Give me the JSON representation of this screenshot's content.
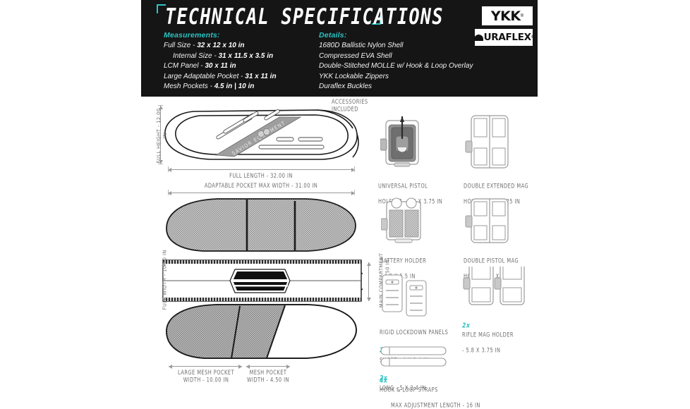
{
  "header": {
    "title": "TECHNICAL SPECIFICATIONS",
    "accent_color": "#2bc4c4",
    "background_color": "#151515",
    "measurements": {
      "heading": "Measurements:",
      "items": [
        {
          "label": "Full Size - ",
          "value": "32 x 12 x 10 in",
          "indent": false
        },
        {
          "label": "Internal Size - ",
          "value": "31 x 11.5 x 3.5 in",
          "indent": true
        },
        {
          "label": "LCM Panel - ",
          "value": "30 x 11 in",
          "indent": false
        },
        {
          "label": "Large Adaptable Pocket - ",
          "value": "31 x 11 in",
          "indent": false
        },
        {
          "label": "Mesh Pockets - ",
          "value": "4.5 in | 10 in",
          "indent": false
        }
      ]
    },
    "details": {
      "heading": "Details:",
      "items": [
        "1680D Ballistic Nylon Shell",
        "Compressed EVA Shell",
        "Double-Stitched MOLLE w/ Hook & Loop Overlay",
        "YKK Lockable Zippers",
        "Duraflex Buckles"
      ]
    },
    "logos": {
      "ykk": "YKK",
      "ykk_tm": "®",
      "duraflex": "URAFLEX",
      "duraflex_tm": "®"
    }
  },
  "bag_diagram": {
    "brand_text": "SAVIOR    EQUIPMENT",
    "full_height": "FULL HEIGHT - 12.00 IN",
    "full_length": "FULL LENGTH - 32.00 IN",
    "adaptable_pocket": "ADAPTABLE POCKET MAX WIDTH - 31.00 IN",
    "full_width": "FULL WIDTH - 10.00 IN",
    "main_depth": "MAIN COMPARTMENT\nDEPTH - 3.50 IN",
    "large_mesh": "LARGE MESH POCKET\nWIDTH - 10.00 IN",
    "mesh": "MESH POCKET\nWIDTH - 4.50 IN"
  },
  "accessories": {
    "heading": "ACCESSORIES\nINCLUDED",
    "items": [
      {
        "icon": "pistol-holster-icon",
        "qty": "",
        "name": "UNIVERSAL PISTOL",
        "spec": "HOLSTER - 5.8 X 3.75 IN"
      },
      {
        "icon": "double-extended-mag-icon",
        "qty": "",
        "name": "DOUBLE EXTENDED MAG",
        "spec": "HOLDER - 4 X 5.25 IN"
      },
      {
        "icon": "battery-holder-icon",
        "qty": "",
        "name": "BATTERY HOLDER",
        "spec": "- 4.8 X 5.5 IN"
      },
      {
        "icon": "double-pistol-mag-icon",
        "qty": "",
        "name": "DOUBLE PISTOL MAG",
        "spec": "HOLDER - 8 X 5.25 IN"
      },
      {
        "icon": "rifle-mag-holder-icon",
        "qty": "2x",
        "name": "RIFLE MAG HOLDER",
        "spec": "- 5.8 X 3.75 IN"
      }
    ],
    "lockdown": {
      "icon": "rigid-lockdown-panels-icon",
      "title": "RIGID LOCKDOWN PANELS",
      "rows": [
        {
          "qty": "2x",
          "text": "SHORT - 4 X 2.4 IN"
        },
        {
          "qty": "2x",
          "text": "LONG - 5 X 2.4 IN"
        }
      ]
    },
    "straps": {
      "icon": "hook-loop-straps-icon",
      "qty": "4x",
      "name": "HOOK & LOOP STRAPS",
      "spec": "MAX ADJUSTMENT LENGTH - 16 IN"
    }
  }
}
